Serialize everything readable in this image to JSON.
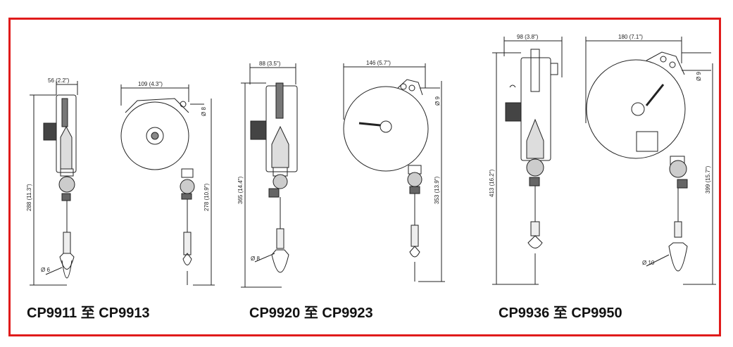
{
  "models": [
    {
      "caption": "CP9911 至 CP9913",
      "side_width": "56 (2.2\")",
      "front_width": "109 (4.3\")",
      "hook_dia": "Ø 8",
      "side_height": "288 (11.3\")",
      "front_height": "278 (10.9\")",
      "carabiner_dia": "Ø 6"
    },
    {
      "caption": "CP9920 至 CP9923",
      "side_width": "88 (3.5\")",
      "front_width": "146 (5.7\")",
      "hook_dia": "Ø 9",
      "side_height": "365 (14.4\")",
      "front_height": "353 (13.9\")",
      "carabiner_dia": "Ø 8"
    },
    {
      "caption": "CP9936 至 CP9950",
      "side_width": "98 (3.8\")",
      "front_width": "180 (7.1\")",
      "hook_dia": "Ø 9",
      "side_height": "413 (16.2\")",
      "front_height": "399 (15.7\")",
      "carabiner_dia": "Ø 10"
    }
  ],
  "colors": {
    "frame": "#e01b1b",
    "line": "#222222"
  }
}
